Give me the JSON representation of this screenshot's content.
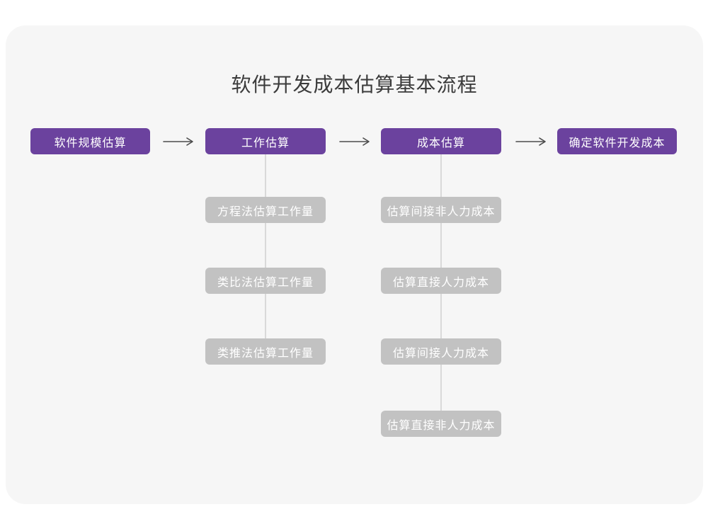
{
  "title": "软件开发成本估算基本流程",
  "flow": {
    "main_steps": [
      {
        "label": "软件规模估算"
      },
      {
        "label": "工作估算"
      },
      {
        "label": "成本估算"
      },
      {
        "label": "确定软件开发成本"
      }
    ],
    "work_estimation_methods": [
      {
        "label": "方程法估算工作量"
      },
      {
        "label": "类比法估算工作量"
      },
      {
        "label": "类推法估算工作量"
      }
    ],
    "cost_estimation_steps": [
      {
        "label": "估算间接非人力成本"
      },
      {
        "label": "估算直接人力成本"
      },
      {
        "label": "估算间接人力成本"
      },
      {
        "label": "估算直接非人力成本"
      }
    ]
  },
  "colors": {
    "primary_purple": "#6b429e",
    "sub_box_gray": "#c2c2c2",
    "card_background": "#f6f6f6",
    "page_background": "#ffffff",
    "title_color": "#3b3b3b",
    "arrow_color": "#4b4b4b",
    "connector_color": "#d9d9d9",
    "node_text_color": "#ffffff"
  }
}
